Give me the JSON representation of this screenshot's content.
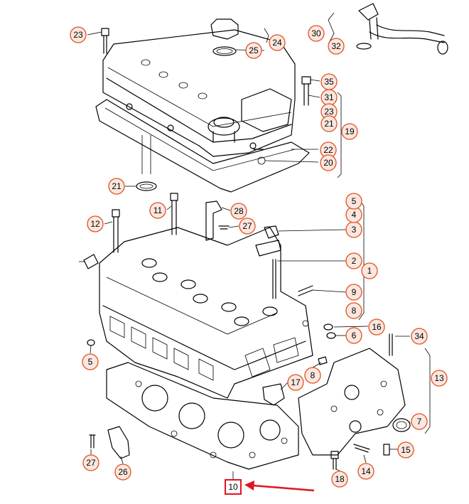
{
  "colors": {
    "callout_fill": "#fbe7df",
    "callout_stroke": "#e0511f",
    "highlight": "#e0151f",
    "line": "#000000"
  },
  "callouts": [
    "23",
    "24",
    "25",
    "30",
    "32",
    "35",
    "31",
    "23",
    "21",
    "19",
    "22",
    "20",
    "21",
    "11",
    "28",
    "27",
    "12",
    "3",
    "4",
    "5",
    "2",
    "1",
    "9",
    "8",
    "16",
    "6",
    "34",
    "5",
    "8",
    "17",
    "13",
    "7",
    "27",
    "26",
    "15",
    "14",
    "18",
    "10"
  ],
  "highlighted_label": "10"
}
